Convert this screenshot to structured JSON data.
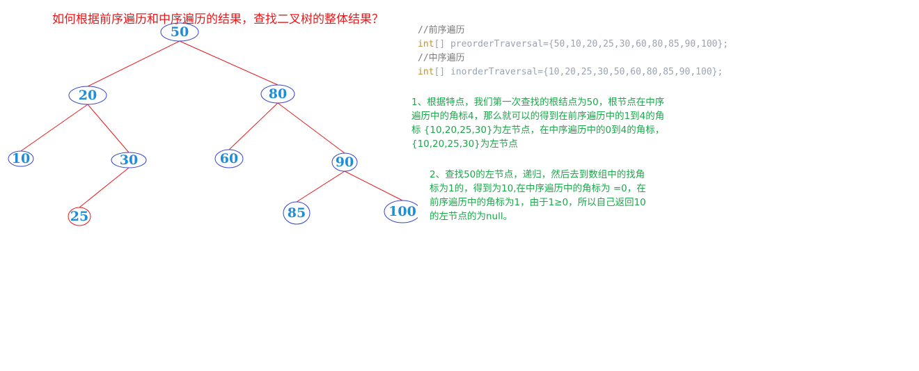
{
  "title": "如何根据前序遍历和中序遍历的结果，查找二叉树的整体结果？",
  "tree": {
    "nodes": [
      {
        "id": "n50",
        "label": "50"
      },
      {
        "id": "n20",
        "label": "20"
      },
      {
        "id": "n80",
        "label": "80"
      },
      {
        "id": "n10",
        "label": "10"
      },
      {
        "id": "n30",
        "label": "30"
      },
      {
        "id": "n60",
        "label": "60"
      },
      {
        "id": "n90",
        "label": "90"
      },
      {
        "id": "n25",
        "label": "25"
      },
      {
        "id": "n85",
        "label": "85"
      },
      {
        "id": "n100",
        "label": "100"
      }
    ],
    "edges": [
      [
        "n50",
        "n20"
      ],
      [
        "n50",
        "n80"
      ],
      [
        "n20",
        "n10"
      ],
      [
        "n20",
        "n30"
      ],
      [
        "n30",
        "n25"
      ],
      [
        "n80",
        "n60"
      ],
      [
        "n80",
        "n90"
      ],
      [
        "n90",
        "n85"
      ],
      [
        "n90",
        "n100"
      ]
    ],
    "colors": {
      "node_text": "#1f8ed6",
      "node_outline": "#3344cc",
      "highlight_outline": "#e8191b",
      "edge": "#e8191b"
    }
  },
  "code": {
    "comment1": "//前序遍历",
    "line1_kw": "int",
    "line1_rest": "[] preorderTraversal={50,10,20,25,30,60,80,85,90,100};",
    "comment2": "//中序遍历",
    "line2_kw": "int",
    "line2_rest": "[] inorderTraversal={10,20,25,30,50,60,80,85,90,100};"
  },
  "notes": {
    "note1": "1、根据特点，我们第一次查找的根结点为50，根节点在中序遍历中的角标4，那么就可以的得到在前序遍历中的1到4的角标 {10,20,25,30}为左节点，在中序遍历中的0到4的角标，{10,20,25,30}为左节点",
    "note2": "2、查找50的左节点，递归，然后去到数组中的找角标为1的，得到为10,在中序遍历中的角标为 =0，在前序遍历中的角标为1，由于1≥0，所以自己返回10的左节点的为null。"
  }
}
